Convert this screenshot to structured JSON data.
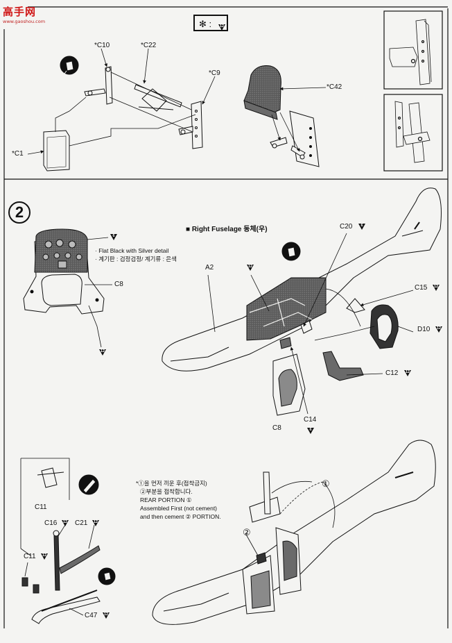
{
  "watermark": {
    "title": "高手网",
    "url": "www.gaoshou.com"
  },
  "header_code": {
    "symbol": "✻ :",
    "paint_code": "12"
  },
  "step": "2",
  "parts": {
    "c10": "*C10",
    "c22": "*C22",
    "c9": "*C9",
    "c1": "*C1",
    "c42": "*C42",
    "c8_left": "C8",
    "a2": "A2",
    "c20": "C20",
    "c15": "C15",
    "d10": "D10",
    "c12": "C12",
    "c14": "C14",
    "c8_mid": "C8",
    "c11_top": "C11",
    "c11_bottom": "C11",
    "c16": "C16",
    "c21": "C21",
    "c47": "C47"
  },
  "paint_codes": {
    "c20": "6",
    "c15": "12",
    "d10": "12",
    "c12": "12",
    "c14": "6",
    "panel": "6",
    "c8_left": "12",
    "fuselage": "12",
    "c11": "12",
    "c16": "12",
    "c21": "12",
    "c47": "12"
  },
  "panel_note": {
    "line1": "· Flat Black with Silver detail",
    "line2": "· 계기판 : 검정검정/ 계기류 : 은색"
  },
  "section_title": "■ Right Fuselage 동체(우)",
  "assembly_note": {
    "line1": "*①을 먼저 끼운 후(접착금지)",
    "line2": "②부분을 접착합니다.",
    "line3": "REAR PORTION ①",
    "line4": "Assembled First (not cement)",
    "line5": "and then cement ② PORTION."
  },
  "markers": {
    "one": "①",
    "two": "②"
  },
  "colors": {
    "ink": "#111111",
    "paper": "#f4f4f2",
    "dark_fill": "#4a4a4a",
    "mid_fill": "#8a8a8a",
    "watermark": "#d01818"
  }
}
